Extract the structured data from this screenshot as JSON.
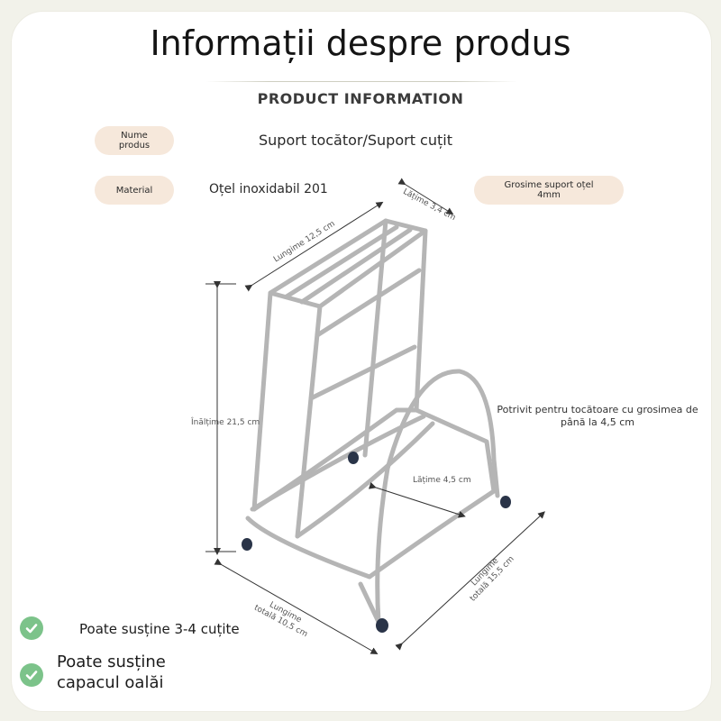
{
  "header": {
    "title": "Informații despre produs",
    "subtitle": "PRODUCT  INFORMATION"
  },
  "specs": {
    "name_label_line1": "Nume",
    "name_label_line2": "produs",
    "name_value": "Suport tocător/Suport cuțit",
    "material_label": "Material",
    "material_value": "Oțel inoxidabil 201",
    "thickness_label_line1": "Grosime suport oțel",
    "thickness_label_line2": "4mm"
  },
  "dimensions": {
    "width_top": "Lățime 3,4 cm",
    "length_top": "Lungime 12,5 cm",
    "height": "Înălțime 21,5 cm",
    "inner_width": "Lățime 4,5 cm",
    "total_length_left_line1": "Lungime",
    "total_length_left_line2": "totală 10,5 cm",
    "total_length_right_line1": "Lungime",
    "total_length_right_line2": "totală 15,5 cm"
  },
  "note": {
    "line1": "Potrivit pentru tocătoare cu grosimea de",
    "line2": "până la 4,5 cm"
  },
  "features": [
    {
      "text": "Poate susține 3-4 cuțite"
    },
    {
      "text_line1": "Poate susține",
      "text_line2": "capacul oalăi"
    }
  ],
  "colors": {
    "pill": "#f6e8db",
    "check": "#7cc38a",
    "rack_metal": "#b9b9b9",
    "rack_feet": "#2a3448"
  }
}
